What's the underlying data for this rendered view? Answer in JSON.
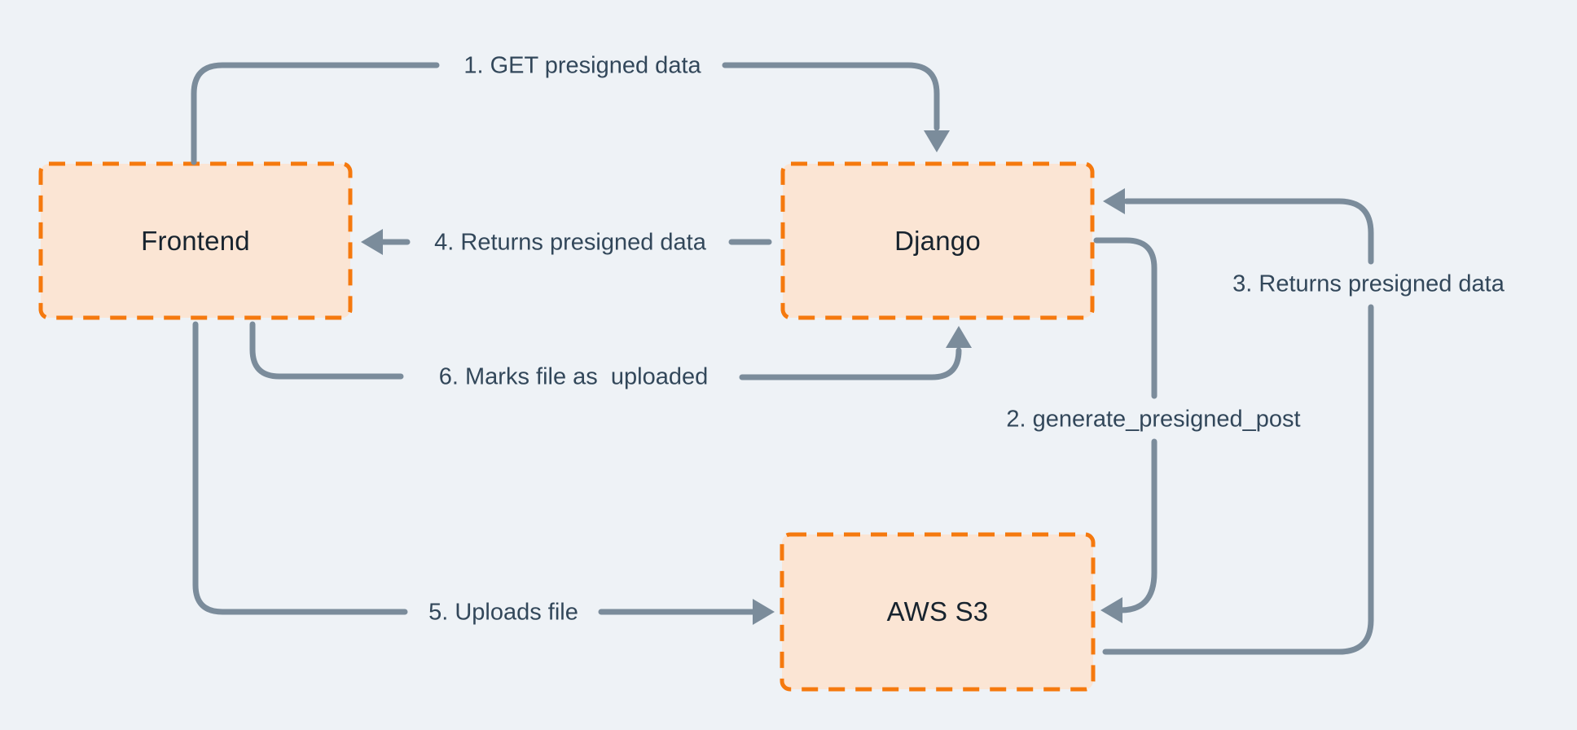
{
  "diagram": {
    "nodes": [
      {
        "id": "frontend",
        "label": "Frontend"
      },
      {
        "id": "django",
        "label": "Django"
      },
      {
        "id": "aws-s3",
        "label": "AWS S3"
      }
    ],
    "flows": [
      {
        "step": "1",
        "label": "1. GET presigned data",
        "from": "Frontend",
        "to": "Django"
      },
      {
        "step": "2",
        "label": "2. generate_presigned_post",
        "from": "Django",
        "to": "AWS S3"
      },
      {
        "step": "3",
        "label": "3. Returns presigned data",
        "from": "AWS S3",
        "to": "Django"
      },
      {
        "step": "4",
        "label": "4. Returns presigned data",
        "from": "Django",
        "to": "Frontend"
      },
      {
        "step": "5",
        "label": "5. Uploads file",
        "from": "Frontend",
        "to": "AWS S3"
      },
      {
        "step": "6",
        "label": "6. Marks file as  uploaded",
        "from": "Frontend",
        "to": "Django"
      }
    ],
    "colors": {
      "background": "#eef2f6",
      "line_color": "#7b8c9b",
      "node_fill": "#fbe5d4",
      "node_stroke": "#f5790e",
      "node_text": "#17232e",
      "label_text": "#32475a"
    }
  }
}
